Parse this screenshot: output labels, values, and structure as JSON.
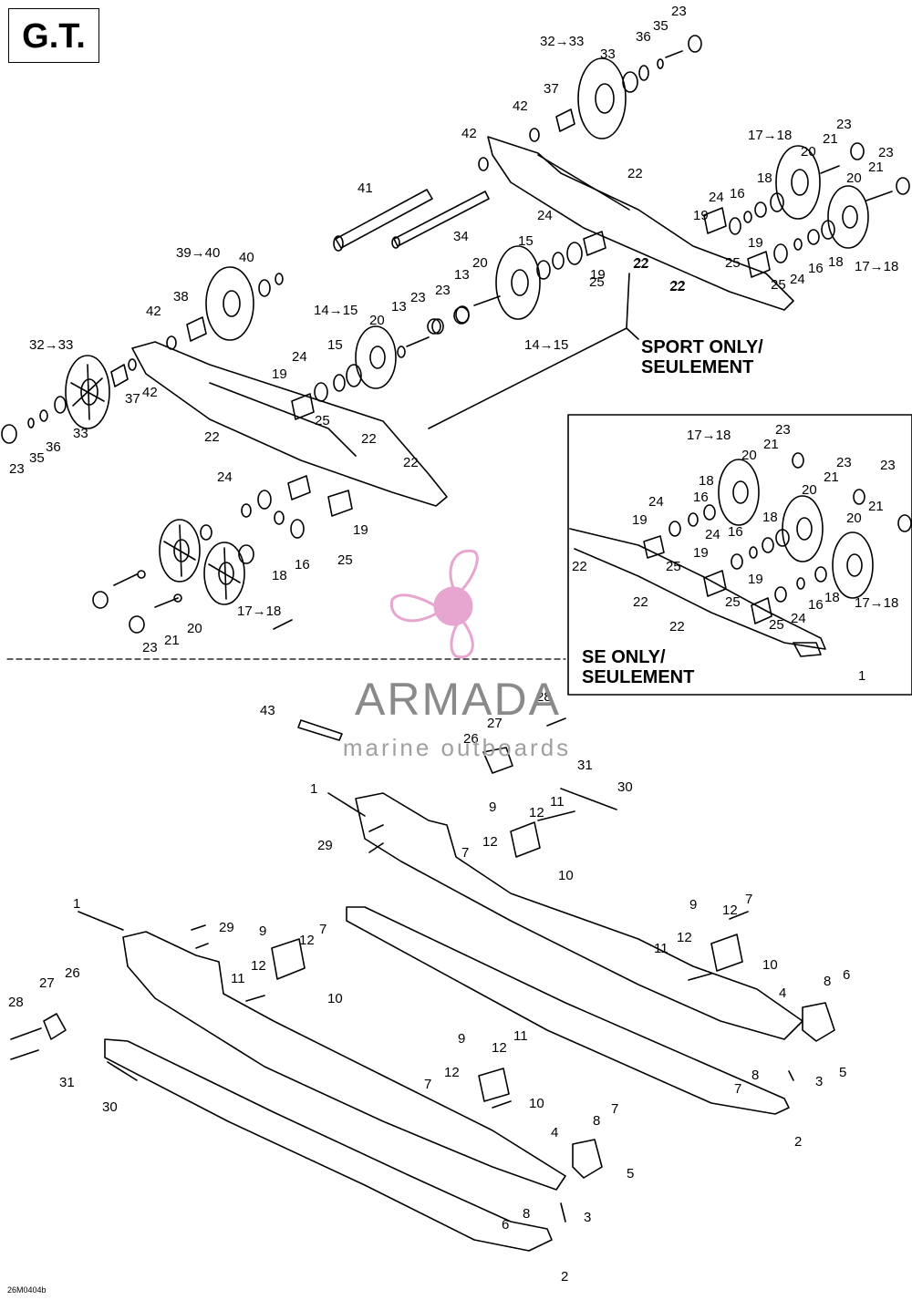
{
  "title": "G.T.",
  "callouts": {
    "sport_only": [
      "SPORT ONLY/",
      "SEULEMENT"
    ],
    "se_only": [
      "SE ONLY/",
      "SEULEMENT"
    ]
  },
  "watermark": {
    "brand": "ARMADA",
    "tagline": "marine outboards",
    "color": "#e7a6cf"
  },
  "drawing_code": "26M0404b",
  "labels": [
    {
      "id": "l0",
      "t": "23"
    },
    {
      "id": "l1",
      "t": "35"
    },
    {
      "id": "l2",
      "t": "36"
    },
    {
      "id": "l3",
      "t": "32→33"
    },
    {
      "id": "l4",
      "t": "33"
    },
    {
      "id": "l5",
      "t": "37"
    },
    {
      "id": "l6",
      "t": "42"
    },
    {
      "id": "l7",
      "t": "42"
    },
    {
      "id": "l8",
      "t": "41"
    },
    {
      "id": "l9",
      "t": "34"
    },
    {
      "id": "l10",
      "t": "39→40"
    },
    {
      "id": "l11",
      "t": "40"
    },
    {
      "id": "l12",
      "t": "38"
    },
    {
      "id": "l13",
      "t": "42"
    },
    {
      "id": "l14",
      "t": "32→33"
    },
    {
      "id": "l15",
      "t": "37"
    },
    {
      "id": "l16",
      "t": "42"
    },
    {
      "id": "l17",
      "t": "33"
    },
    {
      "id": "l18",
      "t": "23"
    },
    {
      "id": "l19",
      "t": "35"
    },
    {
      "id": "l20",
      "t": "36"
    },
    {
      "id": "l21",
      "t": "22"
    },
    {
      "id": "l22",
      "t": "24"
    },
    {
      "id": "l23",
      "t": "15"
    },
    {
      "id": "l24",
      "t": "20"
    },
    {
      "id": "l25",
      "t": "13"
    },
    {
      "id": "l26",
      "t": "23"
    },
    {
      "id": "l27",
      "t": "19"
    },
    {
      "id": "l28",
      "t": "25"
    },
    {
      "id": "l29",
      "t": "22"
    },
    {
      "id": "l30",
      "t": "22"
    },
    {
      "id": "l31",
      "t": "14→15"
    },
    {
      "id": "l32",
      "t": "17→18"
    },
    {
      "id": "l33",
      "t": "23"
    },
    {
      "id": "l34",
      "t": "20"
    },
    {
      "id": "l35",
      "t": "21"
    },
    {
      "id": "l36",
      "t": "23"
    },
    {
      "id": "l37",
      "t": "18"
    },
    {
      "id": "l38",
      "t": "21"
    },
    {
      "id": "l39",
      "t": "20"
    },
    {
      "id": "l40",
      "t": "24"
    },
    {
      "id": "l41",
      "t": "16"
    },
    {
      "id": "l42",
      "t": "19"
    },
    {
      "id": "l43",
      "t": "19"
    },
    {
      "id": "l44",
      "t": "25"
    },
    {
      "id": "l45",
      "t": "22"
    },
    {
      "id": "l46",
      "t": "22"
    },
    {
      "id": "l47",
      "t": "25"
    },
    {
      "id": "l48",
      "t": "24"
    },
    {
      "id": "l49",
      "t": "16"
    },
    {
      "id": "l50",
      "t": "18"
    },
    {
      "id": "l51",
      "t": "17→18"
    },
    {
      "id": "l52",
      "t": "14→15"
    },
    {
      "id": "l53",
      "t": "15"
    },
    {
      "id": "l54",
      "t": "20"
    },
    {
      "id": "l55",
      "t": "13"
    },
    {
      "id": "l56",
      "t": "23"
    },
    {
      "id": "l57",
      "t": "24"
    },
    {
      "id": "l58",
      "t": "19"
    },
    {
      "id": "l59",
      "t": "25"
    },
    {
      "id": "l60",
      "t": "22"
    },
    {
      "id": "l61",
      "t": "22"
    },
    {
      "id": "l62",
      "t": "22"
    },
    {
      "id": "l63",
      "t": "24"
    },
    {
      "id": "l64",
      "t": "19"
    },
    {
      "id": "l65",
      "t": "25"
    },
    {
      "id": "l66",
      "t": "16"
    },
    {
      "id": "l67",
      "t": "18"
    },
    {
      "id": "l68",
      "t": "17→18"
    },
    {
      "id": "l69",
      "t": "20"
    },
    {
      "id": "l70",
      "t": "21"
    },
    {
      "id": "l71",
      "t": "23"
    },
    {
      "id": "l72",
      "t": "17→18"
    },
    {
      "id": "l73",
      "t": "23"
    },
    {
      "id": "l74",
      "t": "21"
    },
    {
      "id": "l75",
      "t": "20"
    },
    {
      "id": "l76",
      "t": "18"
    },
    {
      "id": "l77",
      "t": "16"
    },
    {
      "id": "l78",
      "t": "24"
    },
    {
      "id": "l79",
      "t": "19"
    },
    {
      "id": "l80",
      "t": "22"
    },
    {
      "id": "l81",
      "t": "25"
    },
    {
      "id": "l82",
      "t": "20"
    },
    {
      "id": "l83",
      "t": "23"
    },
    {
      "id": "l84",
      "t": "21"
    },
    {
      "id": "l85",
      "t": "23"
    },
    {
      "id": "l86",
      "t": "18"
    },
    {
      "id": "l87",
      "t": "20"
    },
    {
      "id": "l88",
      "t": "21"
    },
    {
      "id": "l89",
      "t": "24"
    },
    {
      "id": "l90",
      "t": "16"
    },
    {
      "id": "l91",
      "t": "19"
    },
    {
      "id": "l92",
      "t": "19"
    },
    {
      "id": "l93",
      "t": "25"
    },
    {
      "id": "l94",
      "t": "22"
    },
    {
      "id": "l95",
      "t": "22"
    },
    {
      "id": "l96",
      "t": "16"
    },
    {
      "id": "l97",
      "t": "25"
    },
    {
      "id": "l98",
      "t": "24"
    },
    {
      "id": "l99",
      "t": "18"
    },
    {
      "id": "l100",
      "t": "17→18"
    },
    {
      "id": "l101",
      "t": "1"
    },
    {
      "id": "l102",
      "t": "43"
    },
    {
      "id": "l103",
      "t": "28"
    },
    {
      "id": "l104",
      "t": "27"
    },
    {
      "id": "l105",
      "t": "26"
    },
    {
      "id": "l106",
      "t": "31"
    },
    {
      "id": "l107",
      "t": "30"
    },
    {
      "id": "l108",
      "t": "1"
    },
    {
      "id": "l109",
      "t": "9"
    },
    {
      "id": "l110",
      "t": "12"
    },
    {
      "id": "l111",
      "t": "11"
    },
    {
      "id": "l112",
      "t": "12"
    },
    {
      "id": "l113",
      "t": "29"
    },
    {
      "id": "l114",
      "t": "7"
    },
    {
      "id": "l115",
      "t": "10"
    },
    {
      "id": "l116",
      "t": "9"
    },
    {
      "id": "l117",
      "t": "12"
    },
    {
      "id": "l118",
      "t": "7"
    },
    {
      "id": "l119",
      "t": "12"
    },
    {
      "id": "l120",
      "t": "11"
    },
    {
      "id": "l121",
      "t": "10"
    },
    {
      "id": "l122",
      "t": "4"
    },
    {
      "id": "l123",
      "t": "8"
    },
    {
      "id": "l124",
      "t": "6"
    },
    {
      "id": "l125",
      "t": "5"
    },
    {
      "id": "l126",
      "t": "3"
    },
    {
      "id": "l127",
      "t": "8"
    },
    {
      "id": "l128",
      "t": "7"
    },
    {
      "id": "l129",
      "t": "2"
    },
    {
      "id": "l130",
      "t": "1"
    },
    {
      "id": "l131",
      "t": "29"
    },
    {
      "id": "l132",
      "t": "9"
    },
    {
      "id": "l133",
      "t": "12"
    },
    {
      "id": "l134",
      "t": "7"
    },
    {
      "id": "l135",
      "t": "12"
    },
    {
      "id": "l136",
      "t": "11"
    },
    {
      "id": "l137",
      "t": "10"
    },
    {
      "id": "l138",
      "t": "28"
    },
    {
      "id": "l139",
      "t": "27"
    },
    {
      "id": "l140",
      "t": "26"
    },
    {
      "id": "l141",
      "t": "31"
    },
    {
      "id": "l142",
      "t": "30"
    },
    {
      "id": "l143",
      "t": "9"
    },
    {
      "id": "l144",
      "t": "12"
    },
    {
      "id": "l145",
      "t": "11"
    },
    {
      "id": "l146",
      "t": "7"
    },
    {
      "id": "l147",
      "t": "12"
    },
    {
      "id": "l148",
      "t": "10"
    },
    {
      "id": "l149",
      "t": "4"
    },
    {
      "id": "l150",
      "t": "8"
    },
    {
      "id": "l151",
      "t": "7"
    },
    {
      "id": "l152",
      "t": "5"
    },
    {
      "id": "l153",
      "t": "8"
    },
    {
      "id": "l154",
      "t": "6"
    },
    {
      "id": "l155",
      "t": "3"
    },
    {
      "id": "l156",
      "t": "2"
    }
  ]
}
